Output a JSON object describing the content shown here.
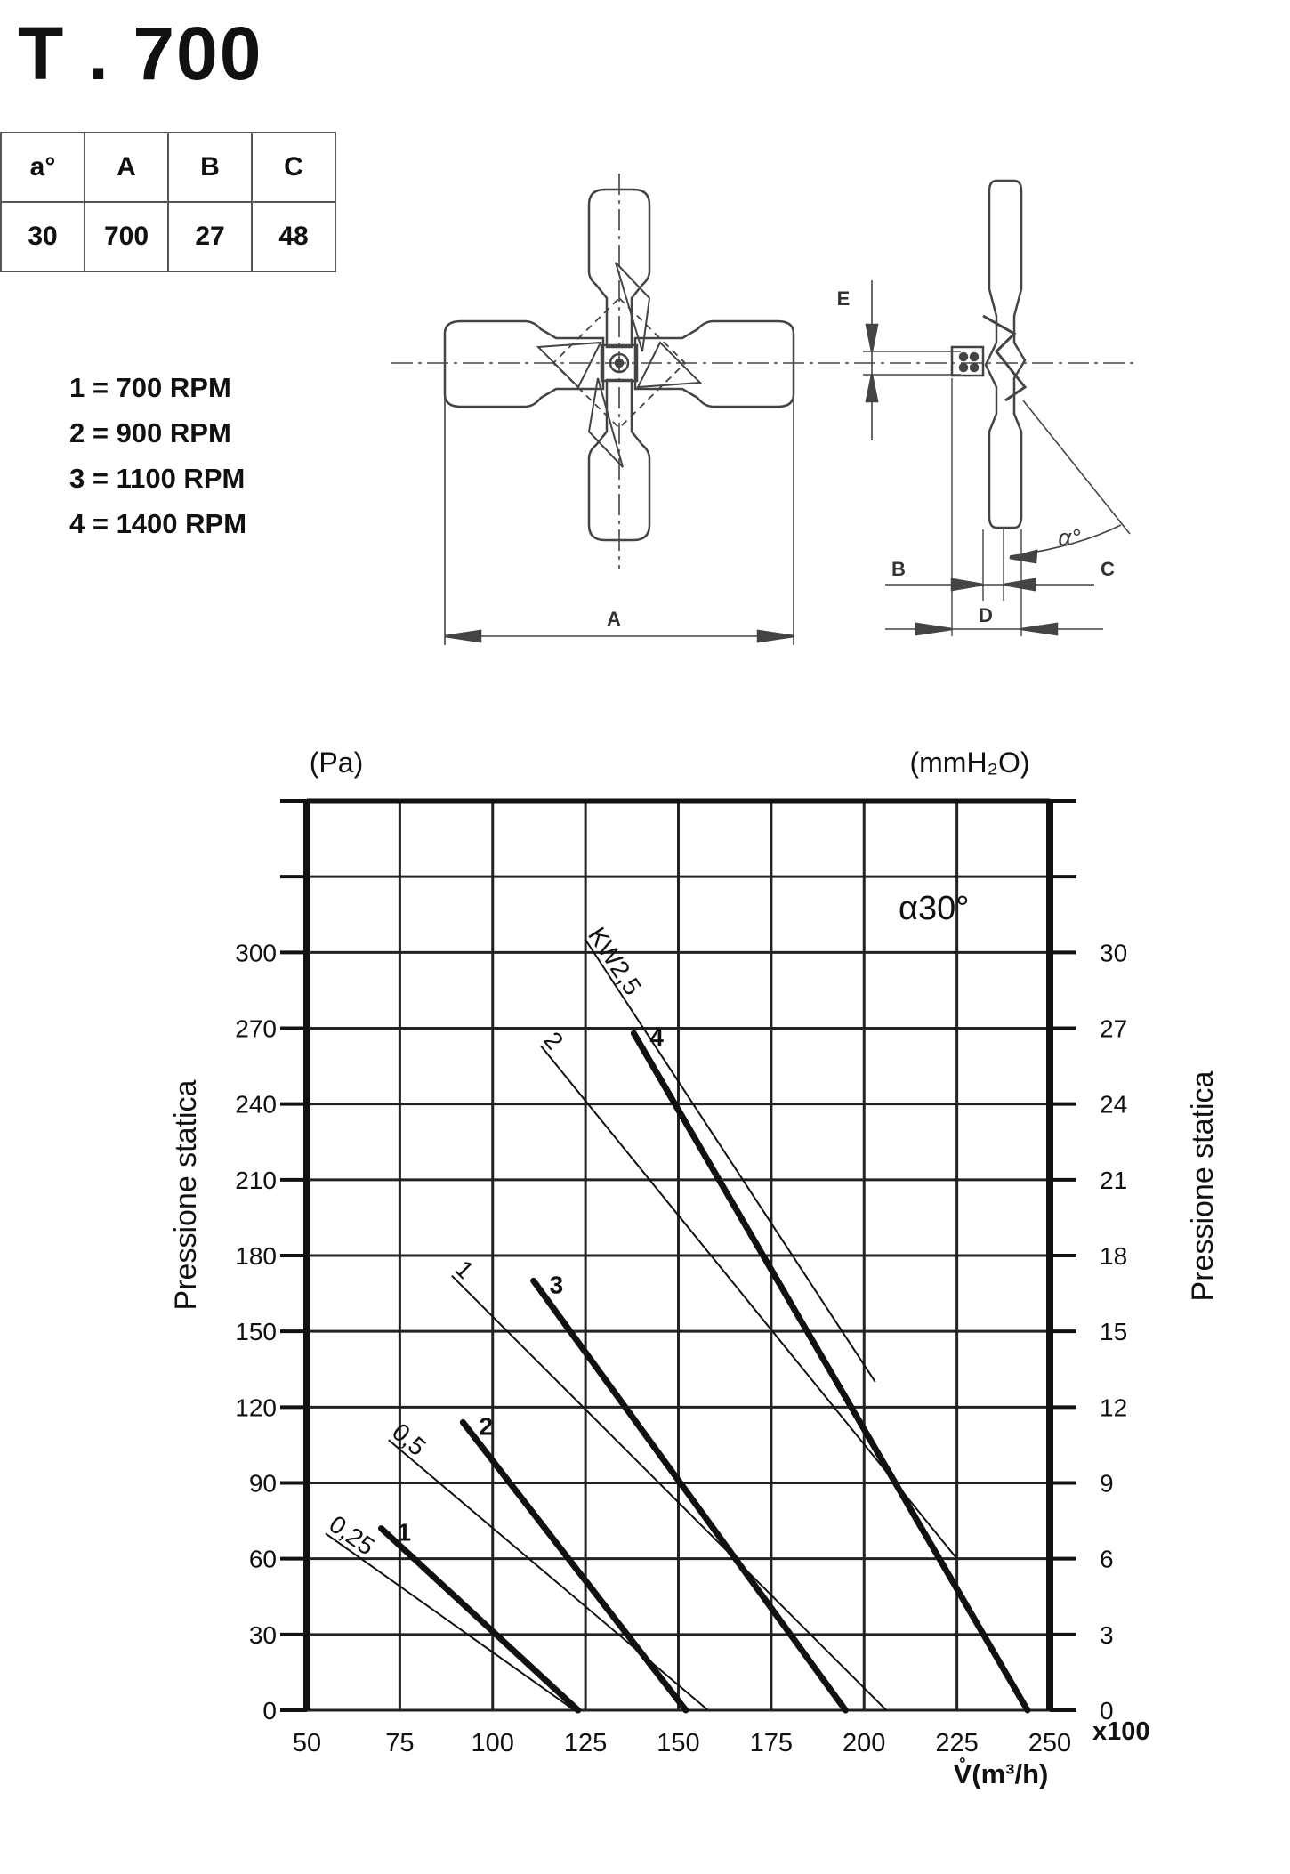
{
  "title": "T . 700",
  "dimensions_table": {
    "headers": [
      "a°",
      "A",
      "B",
      "C"
    ],
    "values": [
      "30",
      "700",
      "27",
      "48"
    ]
  },
  "rpm_legend": [
    "1 = 700 RPM",
    "2 = 900 RPM",
    "3 = 1100 RPM",
    "4 = 1400 RPM"
  ],
  "drawing_labels": {
    "A": "A",
    "B": "B",
    "C": "C",
    "D": "D",
    "E": "E",
    "alpha": "α°"
  },
  "chart_data": {
    "type": "line",
    "annotation": "α30°",
    "left_unit": "(Pa)",
    "right_unit": "(mmH₂O)",
    "ylabel_left": "Pressione statica",
    "ylabel_right": "Pressione statica",
    "xlabel": "V̊(m³/h)",
    "x_multiplier": "x100",
    "xlim": [
      50,
      250
    ],
    "ylim": [
      0,
      360
    ],
    "x_ticks": [
      50,
      75,
      100,
      125,
      150,
      175,
      200,
      225,
      250
    ],
    "y_ticks_left": [
      0,
      30,
      60,
      90,
      120,
      150,
      180,
      210,
      240,
      270,
      300
    ],
    "y_ticks_right": [
      0,
      3,
      6,
      9,
      12,
      15,
      18,
      21,
      24,
      27,
      30
    ],
    "grid": true,
    "series": [
      {
        "name": "1",
        "style": "bold",
        "x": [
          70,
          123
        ],
        "y": [
          72,
          0
        ]
      },
      {
        "name": "2",
        "style": "bold",
        "x": [
          92,
          152
        ],
        "y": [
          114,
          0
        ]
      },
      {
        "name": "3",
        "style": "bold",
        "x": [
          111,
          195
        ],
        "y": [
          170,
          0
        ]
      },
      {
        "name": "4",
        "style": "bold",
        "x": [
          138,
          244
        ],
        "y": [
          268,
          0
        ]
      }
    ],
    "power_lines": [
      {
        "name": "0,25",
        "x": [
          55,
          122
        ],
        "y": [
          70,
          0
        ]
      },
      {
        "name": "0,5",
        "x": [
          72,
          158
        ],
        "y": [
          107,
          0
        ]
      },
      {
        "name": "1",
        "x": [
          89,
          206
        ],
        "y": [
          172,
          0
        ]
      },
      {
        "name": "2",
        "x": [
          113,
          225
        ],
        "y": [
          263,
          60
        ]
      },
      {
        "name": "KW2,5",
        "x": [
          125,
          203
        ],
        "y": [
          305,
          130
        ]
      }
    ]
  }
}
